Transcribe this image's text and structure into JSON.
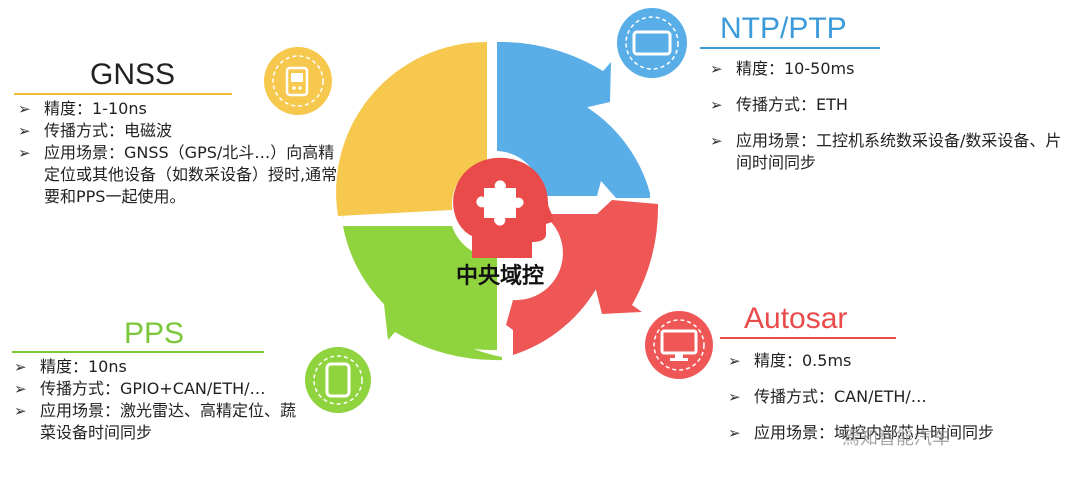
{
  "colors": {
    "ntp": "#5aaee8",
    "autosar": "#ef5757",
    "pps": "#8fd33e",
    "gnss": "#f6c84e",
    "brain": "#e94a4a",
    "ntp_title": "#3b9ad9",
    "autosar_title": "#e94a4a",
    "pps_title": "#7cc63a",
    "gnss_title": "#222222",
    "ntp_line": "#3b9ad9",
    "autosar_line": "#e94a4a",
    "pps_line": "#7cc63a",
    "gnss_line": "#f0b93a"
  },
  "center": {
    "label": "中央域控",
    "icon": "brain-puzzle-icon"
  },
  "sections": {
    "gnss": {
      "title": "GNSS",
      "icon": "gps-device-icon",
      "items": [
        "精度：1-10ns",
        "传播方式：电磁波",
        "应用场景：GNSS（GPS/北斗…）向高精定位或其他设备（如数采设备）授时,通常要和PPS一起使用。"
      ]
    },
    "ntp": {
      "title": "NTP/PTP",
      "icon": "tablet-landscape-icon",
      "items": [
        "精度：10-50ms",
        "传播方式：ETH",
        "应用场景：工控机系统数采设备/数采设备、片间时间同步"
      ]
    },
    "pps": {
      "title": "PPS",
      "icon": "smartphone-icon",
      "items": [
        "精度：10ns",
        "传播方式：GPIO+CAN/ETH/…",
        "应用场景：激光雷达、高精定位、蔬菜设备时间同步"
      ]
    },
    "autosar": {
      "title": "Autosar",
      "icon": "monitor-icon",
      "items": [
        "精度：0.5ms",
        "传播方式：CAN/ETH/…",
        "应用场景：域控内部芯片时间同步"
      ]
    }
  },
  "bullet_glyph": "➢",
  "watermark": "焉知智能汽车"
}
